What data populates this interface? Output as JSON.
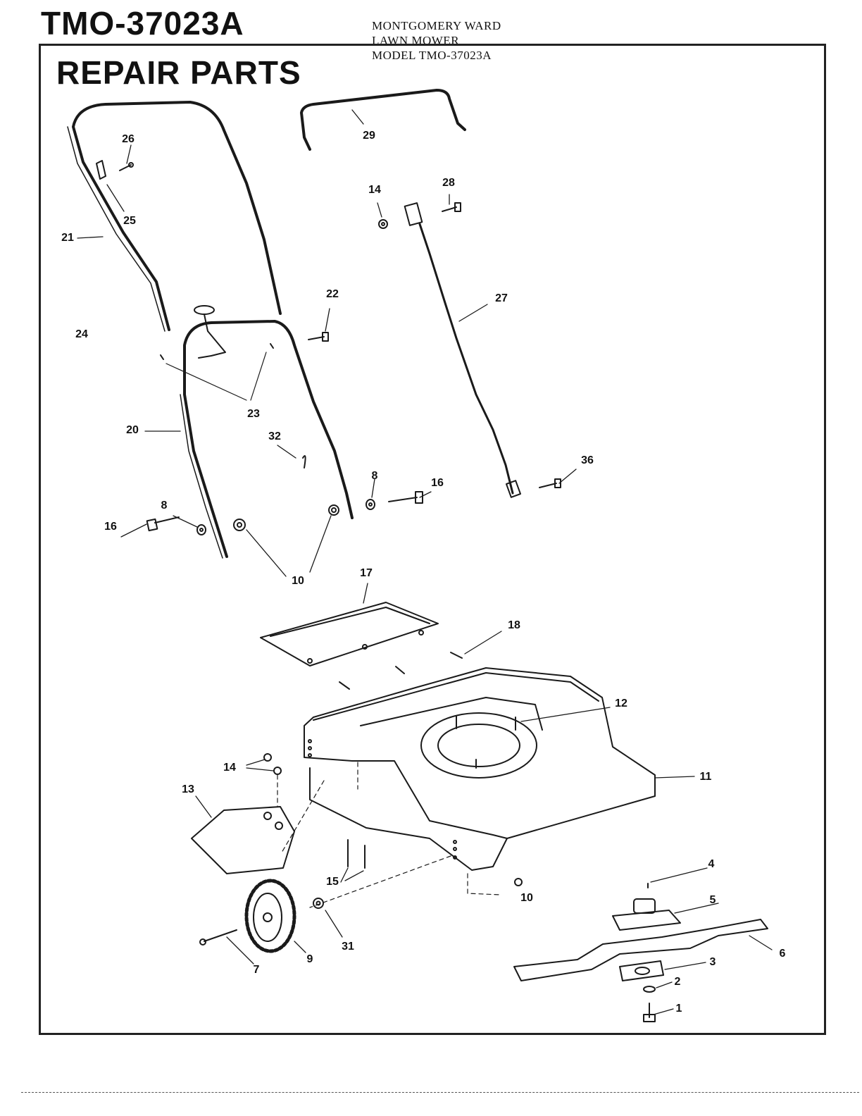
{
  "header": {
    "model_title": "TMO-37023A",
    "note_lines": [
      "MONTGOMERY WARD",
      "LAWN MOWER",
      "MODEL TMO-37023A"
    ]
  },
  "section_title": "REPAIR PARTS",
  "callouts": {
    "c26": "26",
    "c25": "25",
    "c21": "21",
    "c24": "24",
    "c29": "29",
    "c14a": "14",
    "c28": "28",
    "c22": "22",
    "c27": "27",
    "c23": "23",
    "c20": "20",
    "c32": "32",
    "c8a": "8",
    "c16a": "16",
    "c8b": "8",
    "c16b": "16",
    "c36": "36",
    "c10a": "10",
    "c17": "17",
    "c18": "18",
    "c12": "12",
    "c14b": "14",
    "c11": "11",
    "c13": "13",
    "c15": "15",
    "c10b": "10",
    "c4": "4",
    "c5": "5",
    "c31": "31",
    "c9": "9",
    "c7": "7",
    "c6": "6",
    "c3": "3",
    "c2": "2",
    "c1": "1"
  }
}
